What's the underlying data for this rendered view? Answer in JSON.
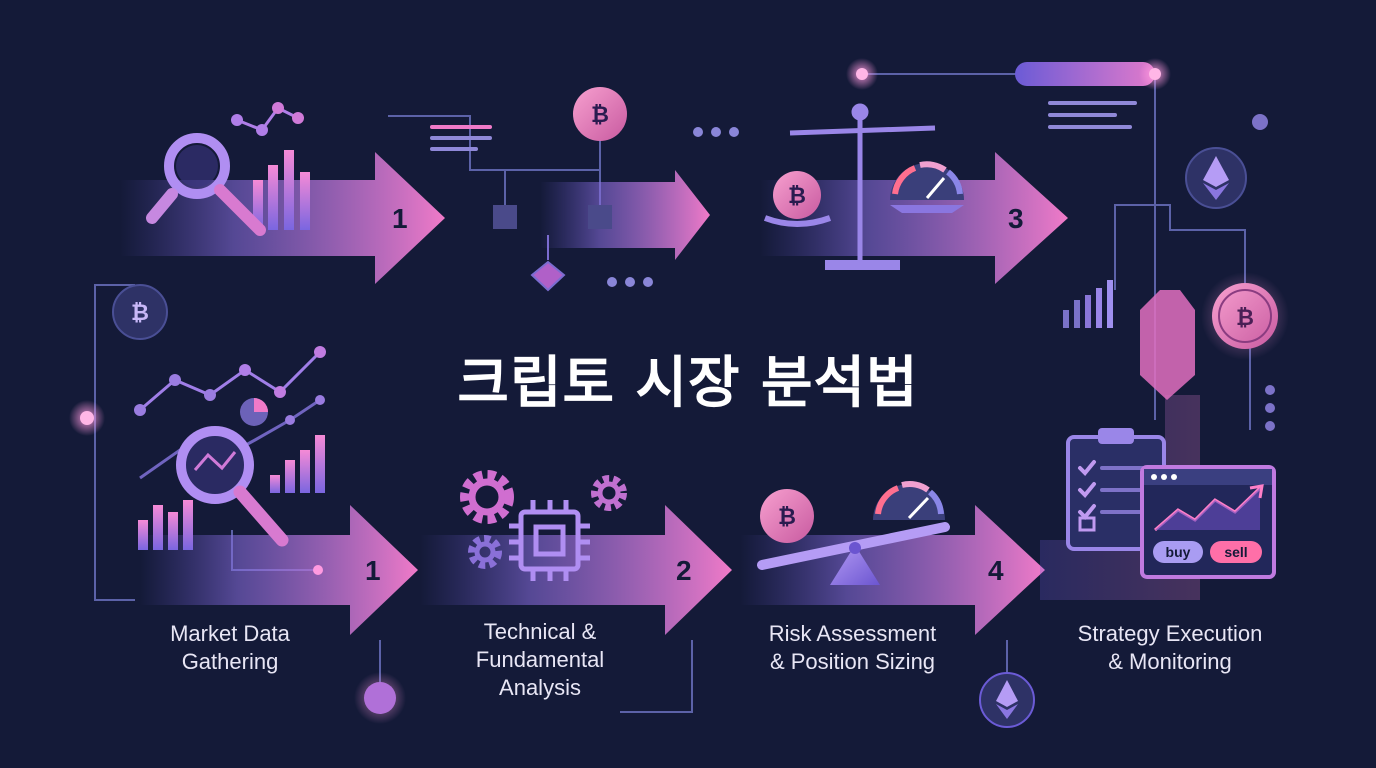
{
  "title": "크립토 시장 분석법",
  "steps": {
    "top": [
      {
        "number": "1"
      },
      {
        "number": "3"
      }
    ],
    "bottom": [
      {
        "number": "1",
        "label": "Market Data\nGathering"
      },
      {
        "number": "2",
        "label": "Technical &\nFundamental\nAnalysis"
      },
      {
        "number": "4",
        "label": "Risk Assessment\n& Position Sizing"
      },
      {
        "label": "Strategy Execution\n& Monitoring"
      }
    ]
  },
  "trade_panel": {
    "buy_label": "buy",
    "sell_label": "sell"
  },
  "icons": {
    "bitcoin": "₿",
    "ethereum": "ethereum-icon"
  },
  "colors": {
    "background": "#141a38",
    "arrow_start": "#6b5bd6",
    "arrow_end": "#f07ac8",
    "accent_pink": "#ff7fd0",
    "accent_purple": "#9b7cf0",
    "line": "#6a6fb3",
    "buy": "#a99cf2",
    "sell": "#ff6fa8"
  }
}
